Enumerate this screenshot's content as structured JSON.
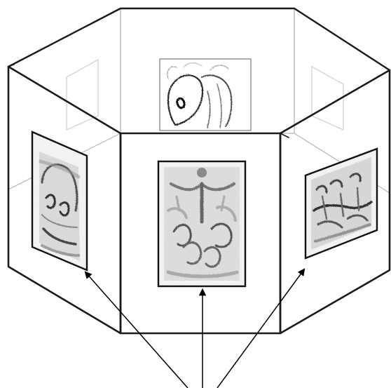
{
  "figure": {
    "subject": "hexagonal-exhibition-kiosk-sketch",
    "panels": [
      {
        "id": "back-center",
        "artwork": "figure-sketch"
      },
      {
        "id": "front-left",
        "artwork": "face-sketch"
      },
      {
        "id": "front-center",
        "artwork": "crowd-sketch"
      },
      {
        "id": "front-right",
        "artwork": "group-sketch"
      }
    ],
    "callout_arrows": 3,
    "colors": {
      "line": "#1a1a1a",
      "light_line": "#b8b8b8",
      "sketch_gray": "#8a8a8a",
      "background": "#ffffff"
    }
  }
}
